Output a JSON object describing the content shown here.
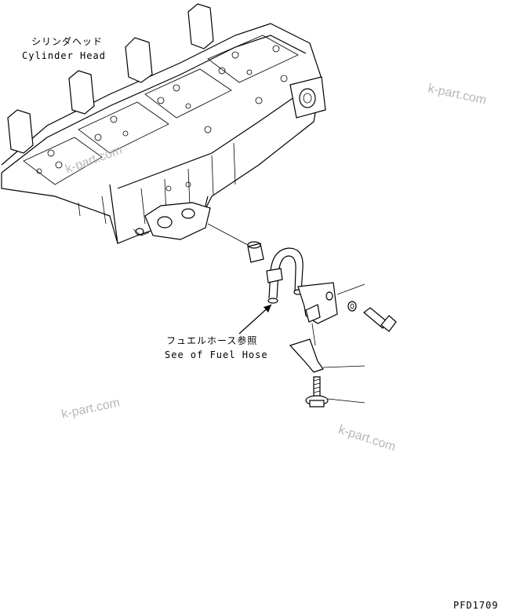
{
  "labels": {
    "cylinder_head_jp": "シリンダヘッド",
    "cylinder_head_en": "Cylinder Head",
    "fuel_hose_jp": "フュエルホース参照",
    "fuel_hose_en": "See of Fuel Hose",
    "drawing_code": "PFD1709"
  },
  "watermarks": [
    "k-part.com",
    "k-part.com",
    "k-part.com",
    "k-part.com"
  ]
}
